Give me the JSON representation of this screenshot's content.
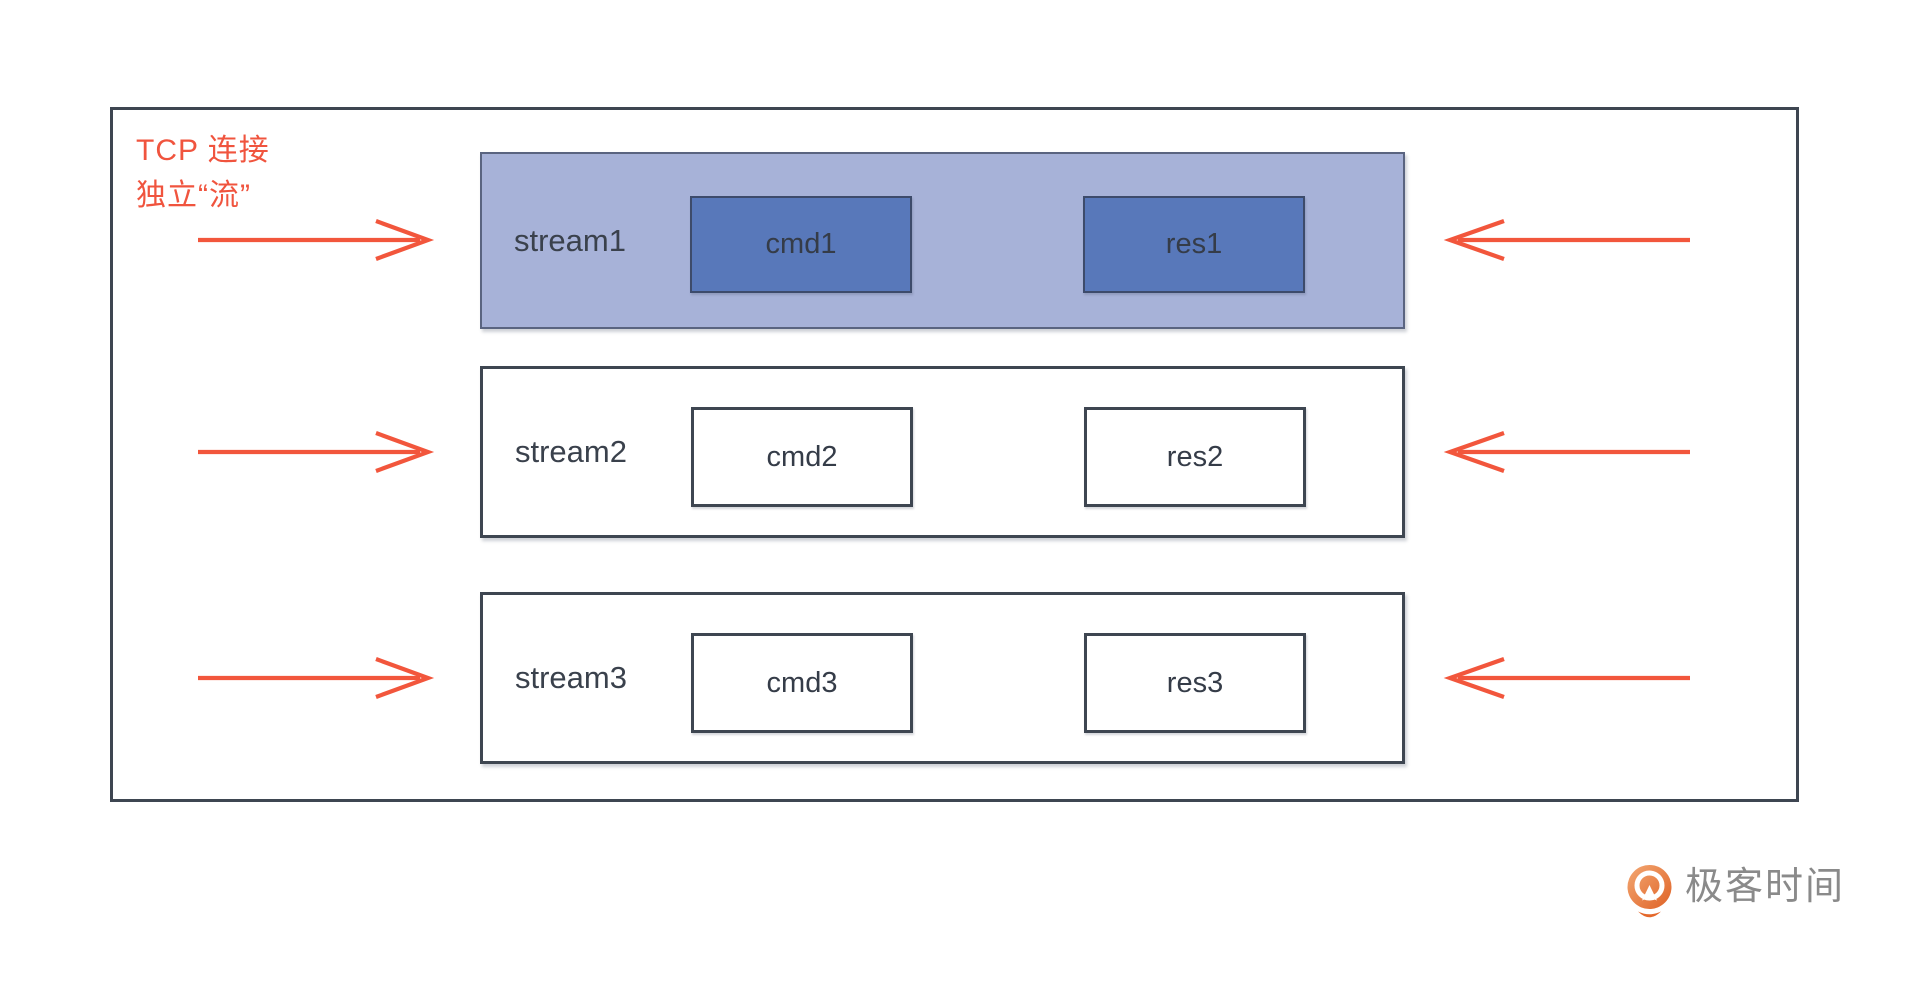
{
  "diagram": {
    "connection_label": {
      "line1": "TCP 连接",
      "line2": "独立“流”"
    },
    "streams": [
      {
        "name": "stream1",
        "cmd": "cmd1",
        "res": "res1",
        "highlighted": true
      },
      {
        "name": "stream2",
        "cmd": "cmd2",
        "res": "res2",
        "highlighted": false
      },
      {
        "name": "stream3",
        "cmd": "cmd3",
        "res": "res3",
        "highlighted": false
      }
    ],
    "arrows": {
      "left_side_count": 3,
      "left_side_direction": "right",
      "right_side_count": 3,
      "right_side_direction": "left"
    },
    "colors": {
      "accent_red": "#F2563C",
      "outline_dark": "#3E4651",
      "stream_highlight_fill": "#A7B2D8",
      "inner_box_highlight_fill": "#5878BA",
      "label_text": "#3A414C"
    }
  },
  "branding": {
    "logo_icon": "geektime-logo-icon",
    "logo_text": "极客时间",
    "logo_text_color": "#8A8A8A",
    "logo_orange_start": "#F3A873",
    "logo_orange_end": "#DF6226"
  }
}
